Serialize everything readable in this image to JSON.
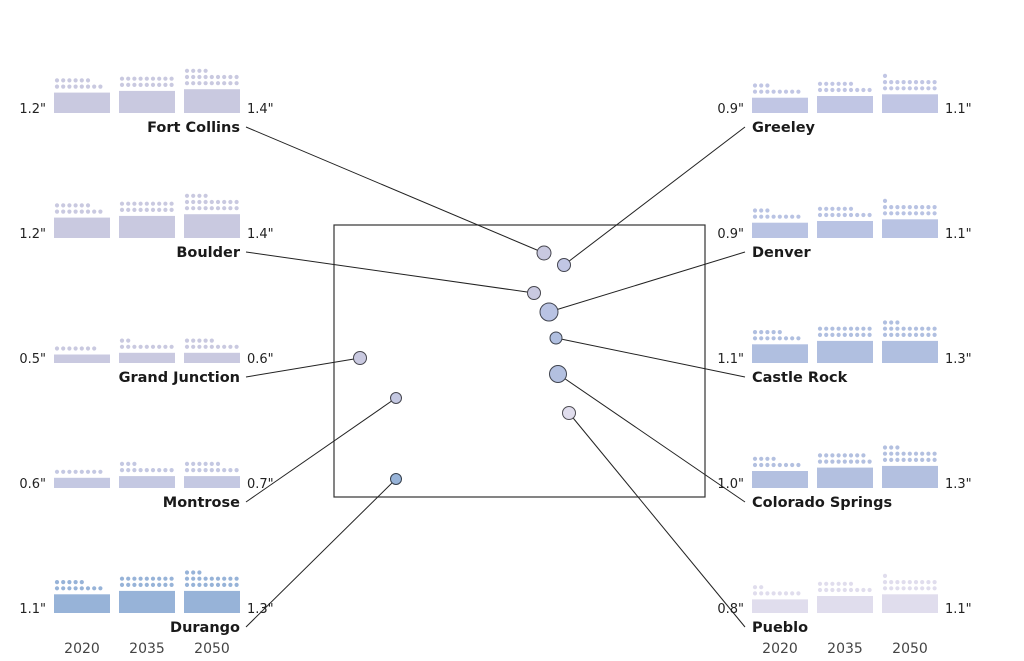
{
  "chart_data": {
    "type": "scatter",
    "years": [
      "2020",
      "2035",
      "2050"
    ],
    "cities": [
      {
        "name": "Fort Collins",
        "side": "left",
        "row": 0,
        "first_value": "1.2\"",
        "last_value": "1.4\"",
        "values": [
          1.2,
          1.3,
          1.4
        ],
        "color": "#c9c9e0"
      },
      {
        "name": "Boulder",
        "side": "left",
        "row": 1,
        "first_value": "1.2\"",
        "last_value": "1.4\"",
        "values": [
          1.2,
          1.3,
          1.4
        ],
        "color": "#c9c9e0"
      },
      {
        "name": "Grand Junction",
        "side": "left",
        "row": 2,
        "first_value": "0.5\"",
        "last_value": "0.6\"",
        "values": [
          0.5,
          0.6,
          0.6
        ],
        "color": "#c9c9e0"
      },
      {
        "name": "Montrose",
        "side": "left",
        "row": 3,
        "first_value": "0.6\"",
        "last_value": "0.7\"",
        "values": [
          0.6,
          0.7,
          0.7
        ],
        "color": "#c4c8e2"
      },
      {
        "name": "Durango",
        "side": "left",
        "row": 4,
        "first_value": "1.1\"",
        "last_value": "1.3\"",
        "values": [
          1.1,
          1.3,
          1.3
        ],
        "color": "#97b3d8"
      },
      {
        "name": "Greeley",
        "side": "right",
        "row": 0,
        "first_value": "0.9\"",
        "last_value": "1.1\"",
        "values": [
          0.9,
          1.0,
          1.1
        ],
        "color": "#c1c6e4"
      },
      {
        "name": "Denver",
        "side": "right",
        "row": 1,
        "first_value": "0.9\"",
        "last_value": "1.1\"",
        "values": [
          0.9,
          1.0,
          1.1
        ],
        "color": "#b9c3e3"
      },
      {
        "name": "Castle Rock",
        "side": "right",
        "row": 2,
        "first_value": "1.1\"",
        "last_value": "1.3\"",
        "values": [
          1.1,
          1.3,
          1.3
        ],
        "color": "#b0bfe0"
      },
      {
        "name": "Colorado Springs",
        "side": "right",
        "row": 3,
        "first_value": "1.0\"",
        "last_value": "1.3\"",
        "values": [
          1.0,
          1.2,
          1.3
        ],
        "color": "#b3c0e0"
      },
      {
        "name": "Pueblo",
        "side": "right",
        "row": 4,
        "first_value": "0.8\"",
        "last_value": "1.1\"",
        "values": [
          0.8,
          1.0,
          1.1
        ],
        "color": "#e0dded"
      }
    ]
  }
}
